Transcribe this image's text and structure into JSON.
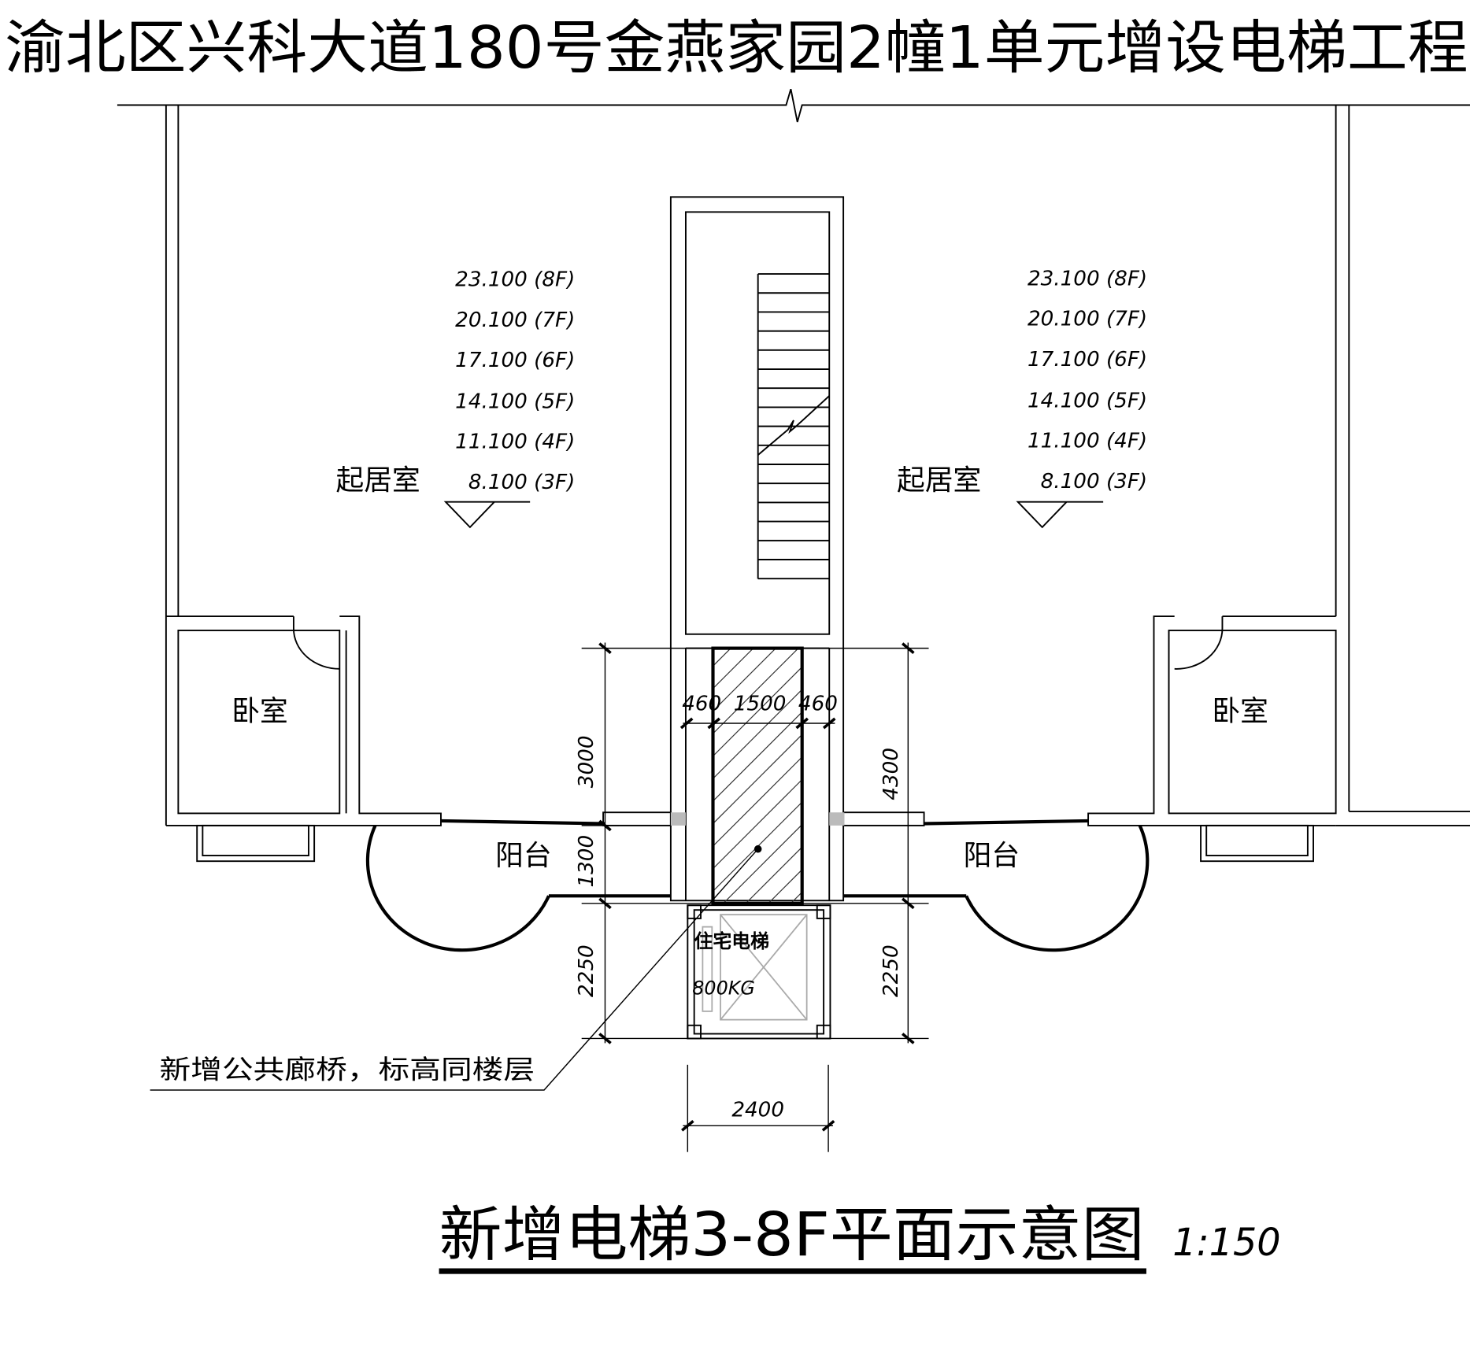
{
  "title": "渝北区兴科大道180号金燕家园2幢1单元增设电梯工程",
  "elevations_left": [
    "23.100 (8F)",
    "20.100 (7F)",
    "17.100 (6F)",
    "14.100 (5F)",
    "11.100 (4F)",
    "8.100 (3F)"
  ],
  "elevations_right": [
    "23.100 (8F)",
    "20.100 (7F)",
    "17.100 (6F)",
    "14.100 (5F)",
    "11.100 (4F)",
    "8.100 (3F)"
  ],
  "rooms": {
    "living_left": "起居室",
    "living_right": "起居室",
    "bedroom_left": "卧室",
    "bedroom_right": "卧室",
    "balcony_left": "阳台",
    "balcony_right": "阳台"
  },
  "elevator": {
    "label": "住宅电梯",
    "capacity": "800KG"
  },
  "dimensions": {
    "left_top": "3000",
    "left_mid": "1300",
    "left_bottom": "2250",
    "right_top": "4300",
    "right_bottom": "2250",
    "corridor_left": "460",
    "corridor_mid": "1500",
    "corridor_right": "460",
    "shaft_width": "2400"
  },
  "leader_note": "新增公共廊桥，标高同楼层",
  "drawing_title": "新增电梯3-8F平面示意图",
  "scale": "1:150"
}
